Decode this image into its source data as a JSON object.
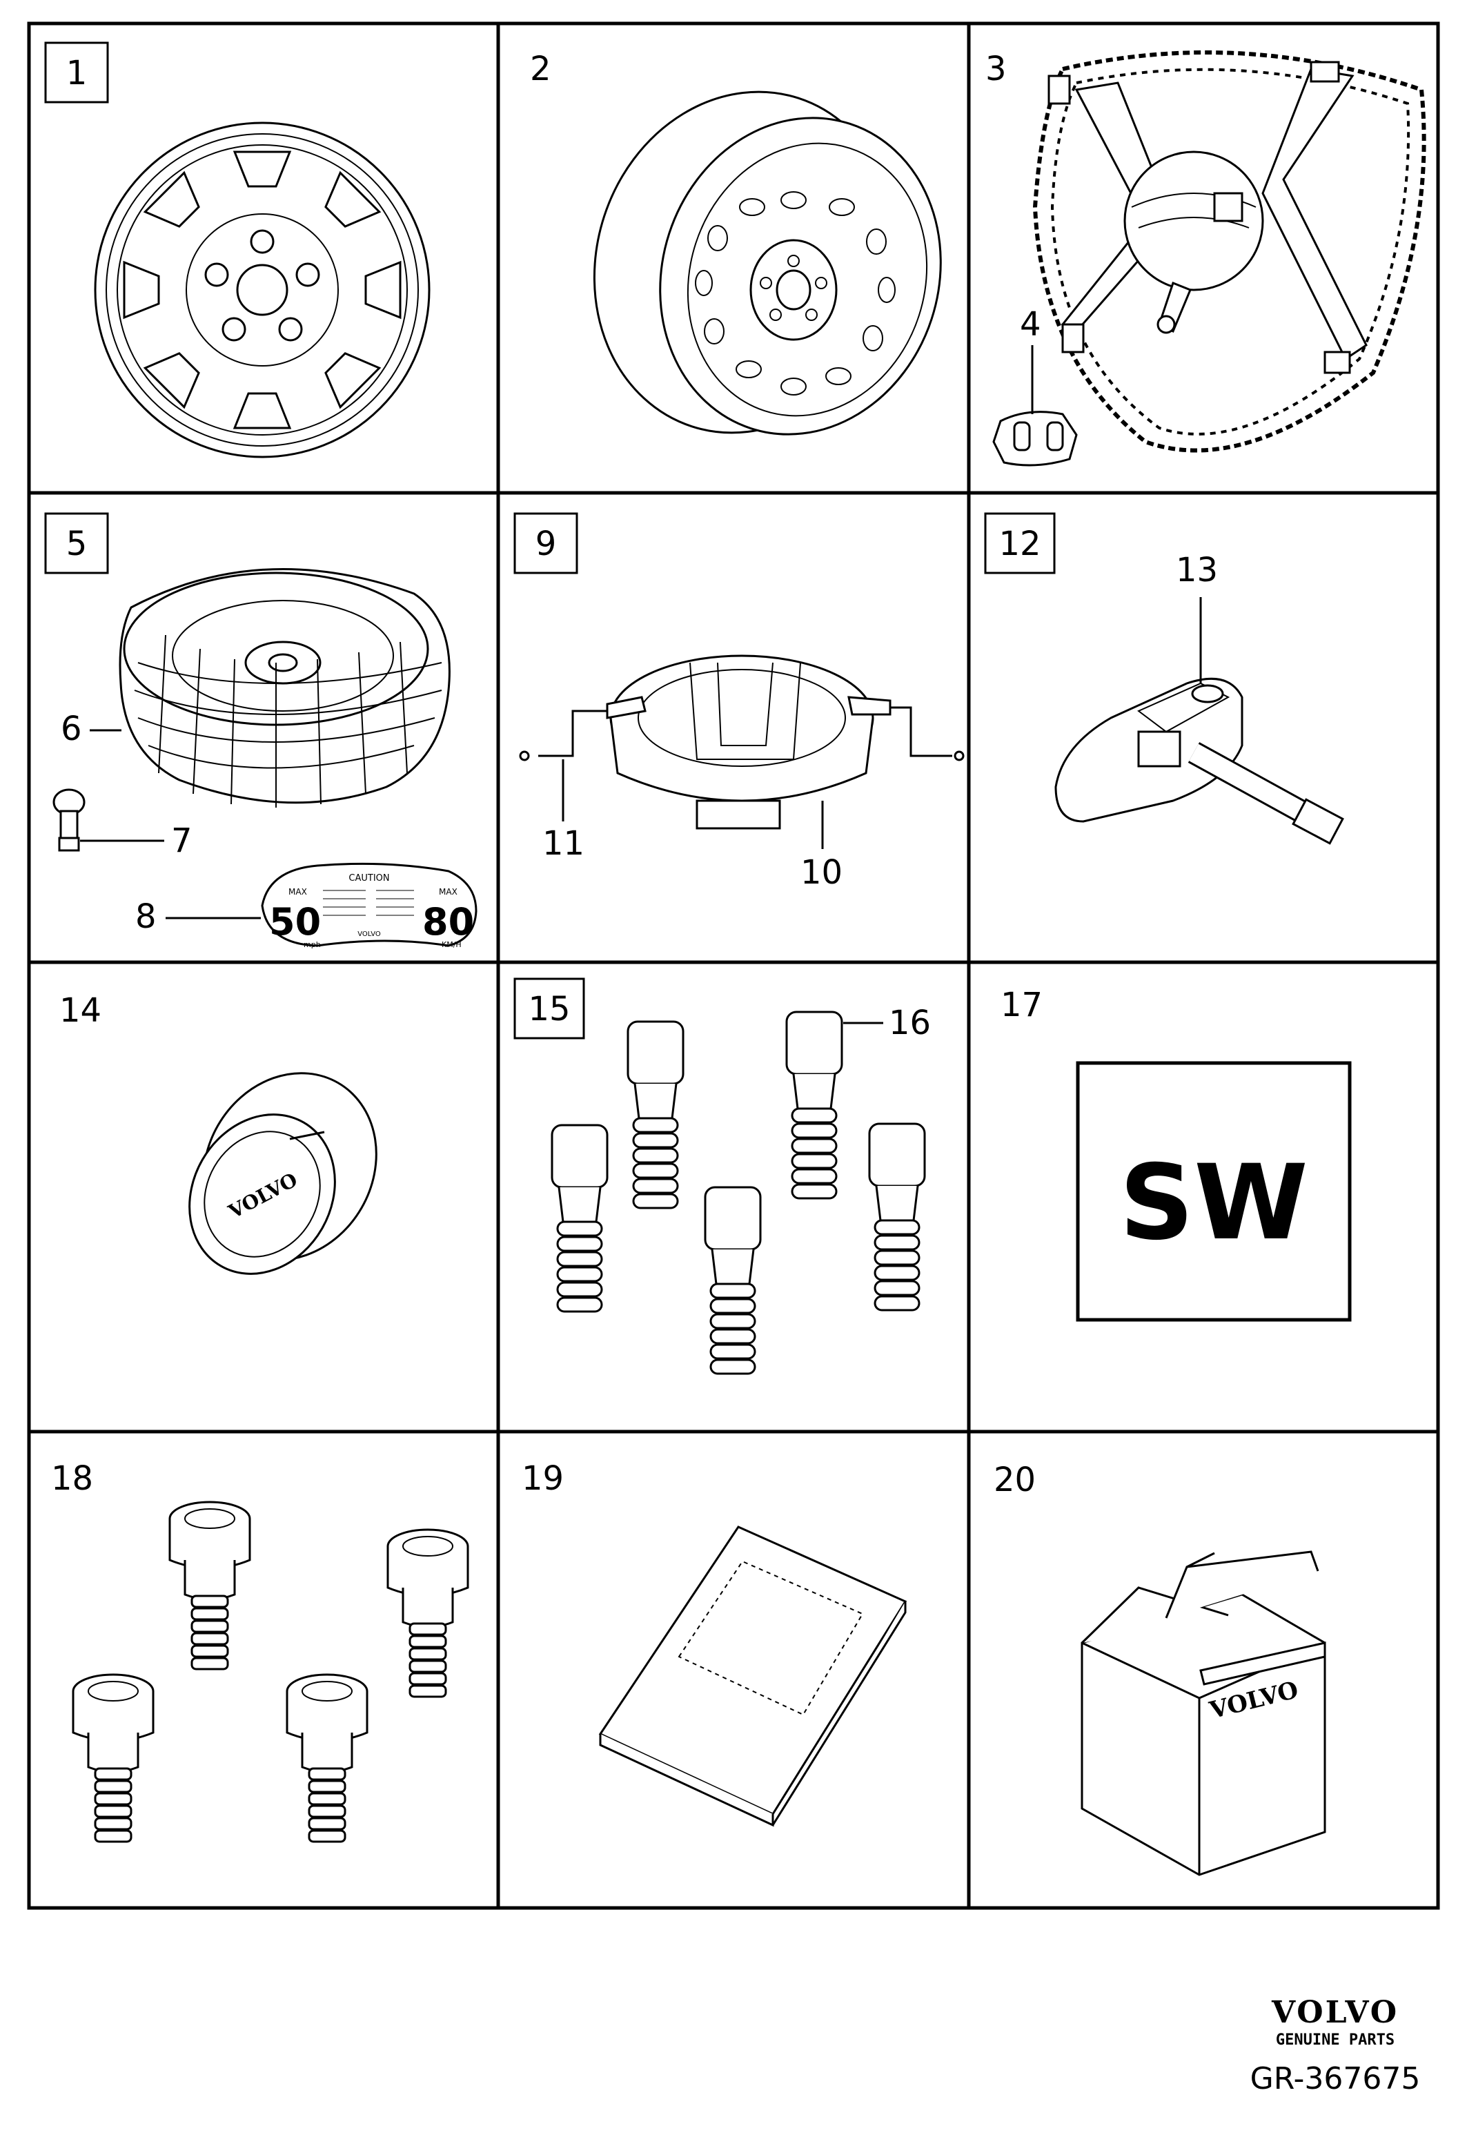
{
  "cells": [
    {
      "id": "1",
      "boxed": true
    },
    {
      "id": "2",
      "boxed": false
    },
    {
      "id": "3",
      "boxed": false
    },
    {
      "id": "5",
      "boxed": true
    },
    {
      "id": "9",
      "boxed": true
    },
    {
      "id": "12",
      "boxed": true
    },
    {
      "id": "14",
      "boxed": false
    },
    {
      "id": "15",
      "boxed": true
    },
    {
      "id": "17",
      "boxed": false
    },
    {
      "id": "18",
      "boxed": false
    },
    {
      "id": "19",
      "boxed": false
    },
    {
      "id": "20",
      "boxed": false
    }
  ],
  "callouts": {
    "c4": "4",
    "c6": "6",
    "c7": "7",
    "c8": "8",
    "c10": "10",
    "c11": "11",
    "c13": "13",
    "c16": "16"
  },
  "label_8": {
    "caution": "CAUTION",
    "max_left": "MAX",
    "speed_mph": "50",
    "unit_mph": "mph",
    "max_right": "MAX",
    "speed_kmh": "80",
    "unit_kmh": "KM/H",
    "brand": "VOLVO"
  },
  "center_cap_text": "VOLVO",
  "box_text": "VOLVO",
  "sw_label": "SW",
  "footer": {
    "brand": "VOLVO",
    "subtitle": "GENUINE PARTS",
    "ref": "GR-367675"
  }
}
